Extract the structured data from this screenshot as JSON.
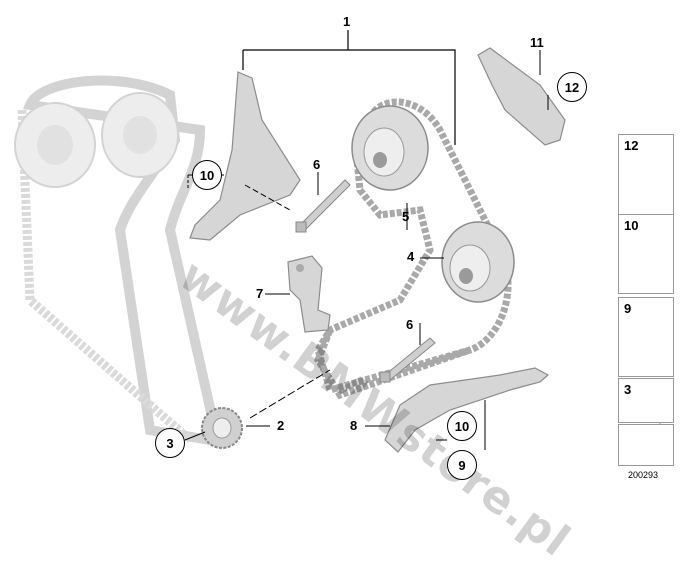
{
  "callouts": {
    "c1": "1",
    "c2": "2",
    "c3": "3",
    "c4": "4",
    "c5": "5",
    "c6a": "6",
    "c6b": "6",
    "c7": "7",
    "c8": "8",
    "c9": "9",
    "c10a": "10",
    "c10b": "10",
    "c11": "11",
    "c12": "12"
  },
  "legend": {
    "l12": "12",
    "l10": "10",
    "l9": "9",
    "l3": "3"
  },
  "watermark": "www.BMWstore.pl",
  "reference_number": "200293",
  "colors": {
    "part": "#dcdcdc",
    "ghost": "#e8e8e8",
    "line": "#000000"
  }
}
